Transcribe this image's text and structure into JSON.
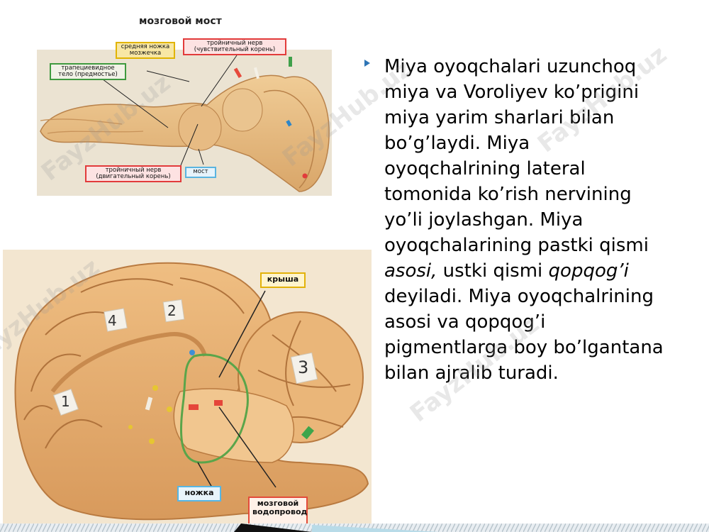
{
  "top_figure": {
    "title": "мозговой мост",
    "labels": {
      "cerebellar_peduncle": "средняя ножка\nмозжечка",
      "trigeminal_sensory": "тройничный нерв\n(чувствительный корень)",
      "trapezoid_body": "трапециевидное\nтело (предмостье)",
      "trigeminal_motor": "тройничный нерв\n(двигательный корень)",
      "pons": "мост"
    }
  },
  "bottom_figure": {
    "labels": {
      "roof": "крыша",
      "peduncle": "ножка",
      "aqueduct": "мозговой\nводопровод"
    },
    "marker_numbers": [
      "1",
      "2",
      "3",
      "4"
    ]
  },
  "body": {
    "p1": "Miya oyoqchalari uzunchoq miya va Voroliyev ko’prigini miya yarim sharlari bilan bo’g’laydi. Miya oyoqchalrining lateral tomonida ko’rish nervining yo’li joylashgan. Miya oyoqchalarining pastki qismi ",
    "em1": "asosi,",
    "p2": " ustki qismi ",
    "em2": "qopqog’i",
    "p3": " deyiladi. Miya oyoqchalrining asosi va qopqog’i pigmentlarga boy bo’lgantana bilan ajralib turadi."
  },
  "watermark": "FayzHub.uz",
  "colors": {
    "bullet": "#2e75b6",
    "tissue": "#e4b47a",
    "tissue_dark": "#c98a4e"
  }
}
